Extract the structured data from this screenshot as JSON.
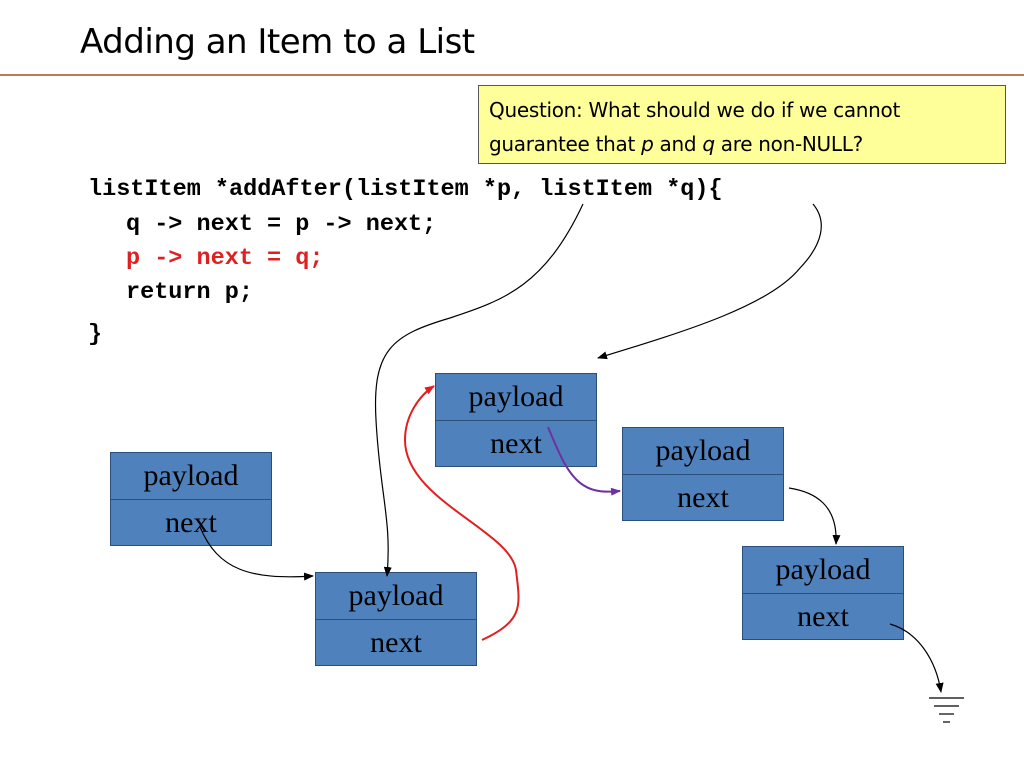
{
  "title": "Adding an Item to a List",
  "question": {
    "prefix": "Question: What should we  do if we cannot guarantee that ",
    "var_p": "p",
    "mid": " and ",
    "var_q": "q",
    "suffix": " are non-NULL?"
  },
  "code": {
    "signature": "listItem *addAfter(listItem *p, listItem *q){",
    "line1": "q -> next = p -> next;",
    "line2": "p -> next = q;",
    "line3": "return p;",
    "close": "}"
  },
  "nodes": [
    {
      "id": "a",
      "payload": "payload",
      "next": "next"
    },
    {
      "id": "p",
      "payload": "payload",
      "next": "next"
    },
    {
      "id": "q",
      "payload": "payload",
      "next": "next"
    },
    {
      "id": "c",
      "payload": "payload",
      "next": "next"
    },
    {
      "id": "d",
      "payload": "payload",
      "next": "next"
    }
  ],
  "colors": {
    "node_fill": "#4f81bd",
    "highlight_red": "#e02020",
    "new_link_purple": "#7030a0",
    "question_fill": "#ffff99",
    "title_rule": "#c07a5a"
  }
}
